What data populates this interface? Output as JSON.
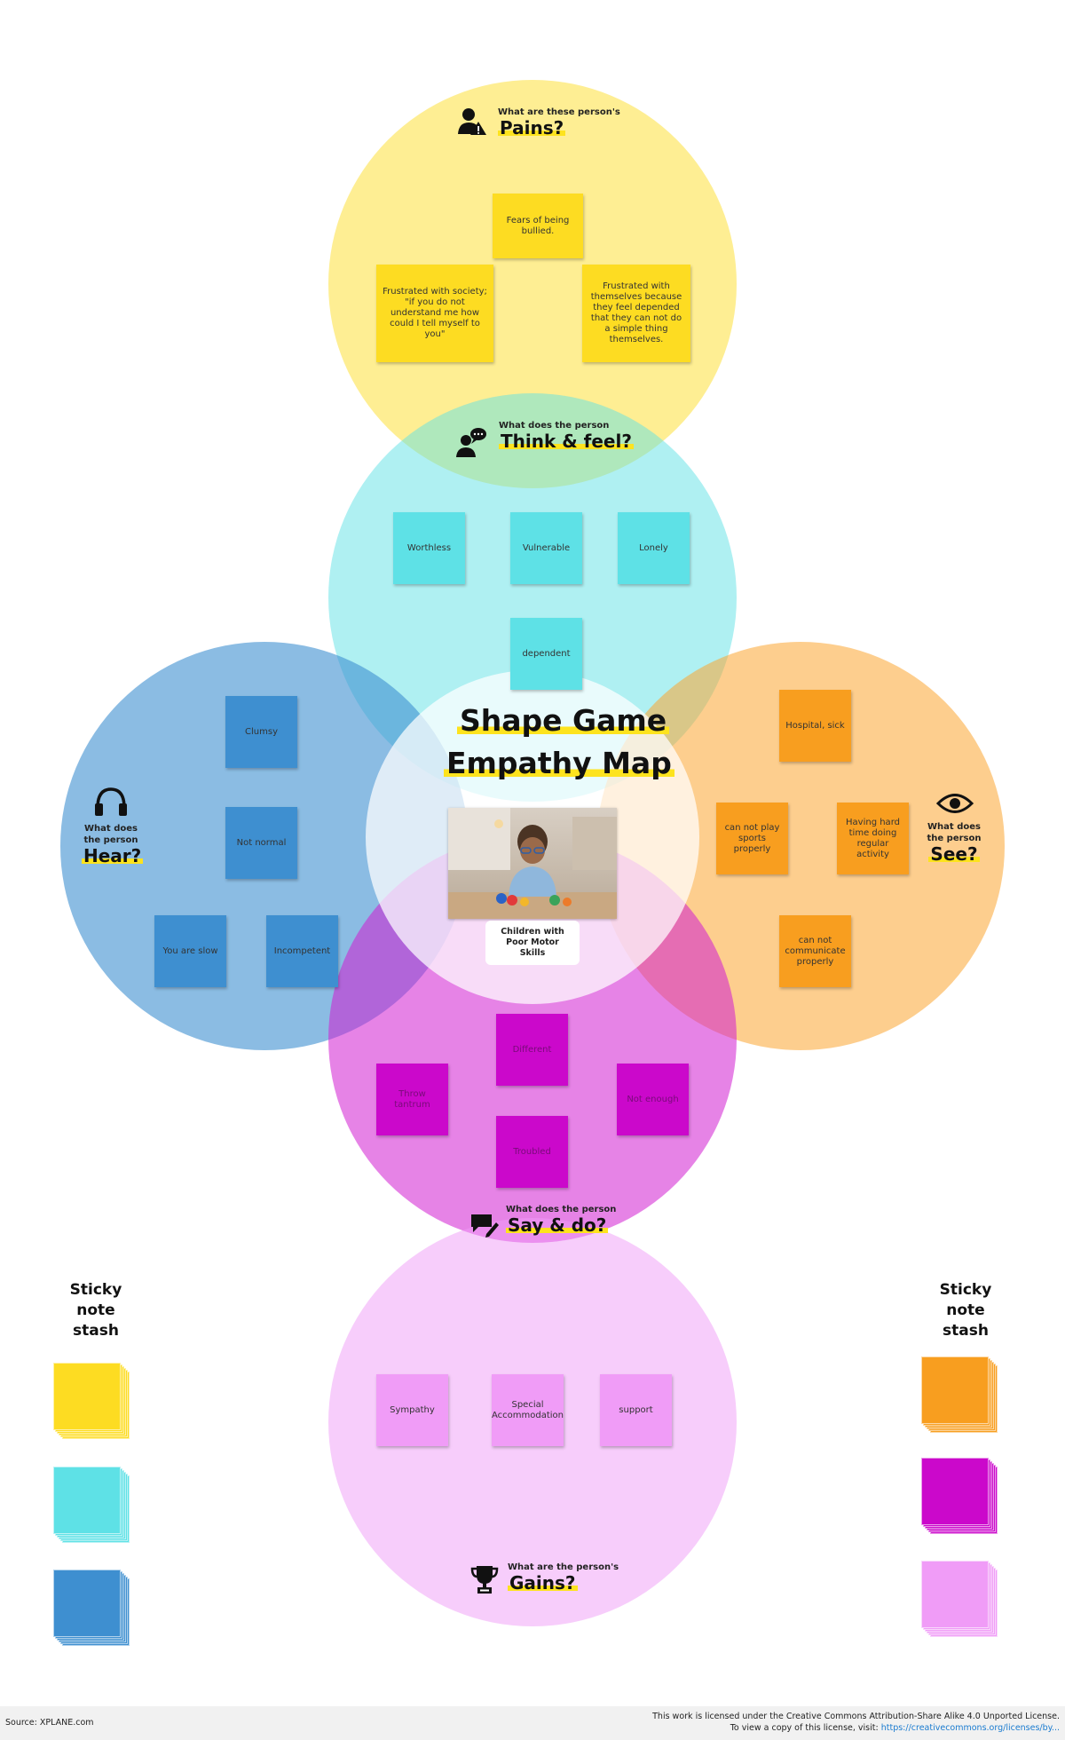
{
  "title": {
    "line1": "Shape Game",
    "line2": "Empathy Map"
  },
  "center": {
    "caption": "Children with Poor Motor Skills"
  },
  "sections": {
    "pains": {
      "small": "What are these person's",
      "big": "Pains?",
      "icon": "person-warning-icon"
    },
    "think": {
      "small": "What does the person",
      "big": "Think & feel?",
      "icon": "person-thought-icon"
    },
    "hear": {
      "small1": "What does",
      "small2": "the person",
      "big": "Hear?",
      "icon": "headphones-icon"
    },
    "see": {
      "small1": "What does",
      "small2": "the person",
      "big": "See?",
      "icon": "eye-icon"
    },
    "say": {
      "small": "What does the person",
      "big": "Say & do?",
      "icon": "speech-bubble-pencil-icon"
    },
    "gains": {
      "small": "What are the person's",
      "big": "Gains?",
      "icon": "trophy-icon"
    }
  },
  "notes": {
    "pains": [
      "Fears of being bullied.",
      "Frustrated with society; \"if you do not understand me how could I tell myself to you\"",
      "Frustrated with themselves because they feel depended that they can not do a simple thing themselves."
    ],
    "think": [
      "Worthless",
      "Vulnerable",
      "Lonely",
      "dependent"
    ],
    "hear": [
      "Clumsy",
      "Not normal",
      "You are slow",
      "Incompetent"
    ],
    "see": [
      "Hospital, sick",
      "can not play sports properly",
      "Having hard time doing regular activity",
      "can not communicate properly"
    ],
    "say": [
      "Different",
      "Throw tantrum",
      "Not enough",
      "Troubled"
    ],
    "gains": [
      "Sympathy",
      "Special Accommodation",
      "support"
    ]
  },
  "stash": {
    "label_left": "Sticky note stash",
    "label_right": "Sticky note stash"
  },
  "colors": {
    "yellow": "#fddc22",
    "cyan": "#5ee1e6",
    "blue": "#3e8fd0",
    "orange": "#f89e1f",
    "purple": "#cb08cb",
    "pink": "#f09cf7",
    "highlight": "#fde31e"
  },
  "footer": {
    "source": "Source: XPLANE.com",
    "license1": "This work is licensed under the Creative Commons Attribution-Share Alike 4.0 Unported License.",
    "license2_prefix": "To view a copy of this license, visit: ",
    "license2_link": "https://creativecommons.org/licenses/by..."
  }
}
